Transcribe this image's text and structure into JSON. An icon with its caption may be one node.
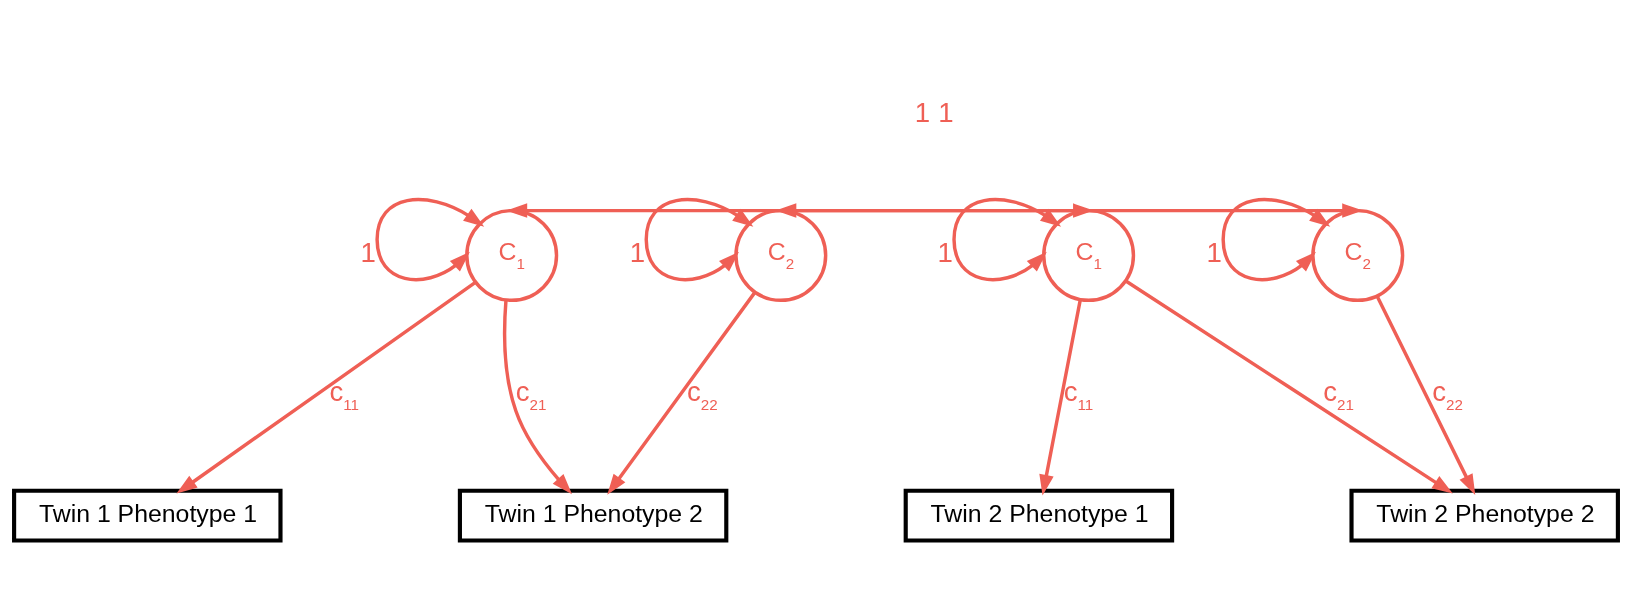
{
  "diagram": {
    "nodes": [
      {
        "text": [
          "C$_{1}$"
        ]
      },
      {
        "text": [
          "C$_{2}$"
        ]
      },
      {
        "text": [
          "C$_{1}$"
        ]
      },
      {
        "text": [
          "C$_{2}$"
        ]
      },
      {
        "text": [
          "Twin 1 Phenotype 1"
        ]
      },
      {
        "text": [
          "Twin 1 Phenotype 2"
        ]
      },
      {
        "text": [
          "Twin 2 Phenotype 1"
        ]
      },
      {
        "text": [
          "Twin 2 Phenotype 2"
        ]
      }
    ],
    "edges": [
      {
        "from": 0,
        "to": 2,
        "arrow": "both",
        "label": "1"
      },
      {
        "from": 1,
        "to": 3,
        "arrow": "both",
        "label": "1"
      },
      {
        "from": 0,
        "to": 0,
        "arrow": "both",
        "label": "1"
      },
      {
        "from": 1,
        "to": 1,
        "arrow": "both",
        "label": "1"
      },
      {
        "from": 2,
        "to": 2,
        "arrow": "both",
        "label": "1"
      },
      {
        "from": 3,
        "to": 3,
        "arrow": "both",
        "label": "1"
      },
      {
        "from": 0,
        "to": 4,
        "arrow": "to",
        "label": "c$_{11}$"
      },
      {
        "from": 0,
        "to": 5,
        "arrow": "to",
        "label": "c$_{21}$"
      },
      {
        "from": 1,
        "to": 5,
        "arrow": "to",
        "label": "c$_{22}$"
      },
      {
        "from": 2,
        "to": 6,
        "arrow": "to",
        "label": "c$_{11}$"
      },
      {
        "from": 2,
        "to": 7,
        "arrow": "to",
        "label": "c$_{21}$"
      },
      {
        "from": 3,
        "to": 7,
        "arrow": "to",
        "label": "c$_{22}$"
      }
    ]
  }
}
